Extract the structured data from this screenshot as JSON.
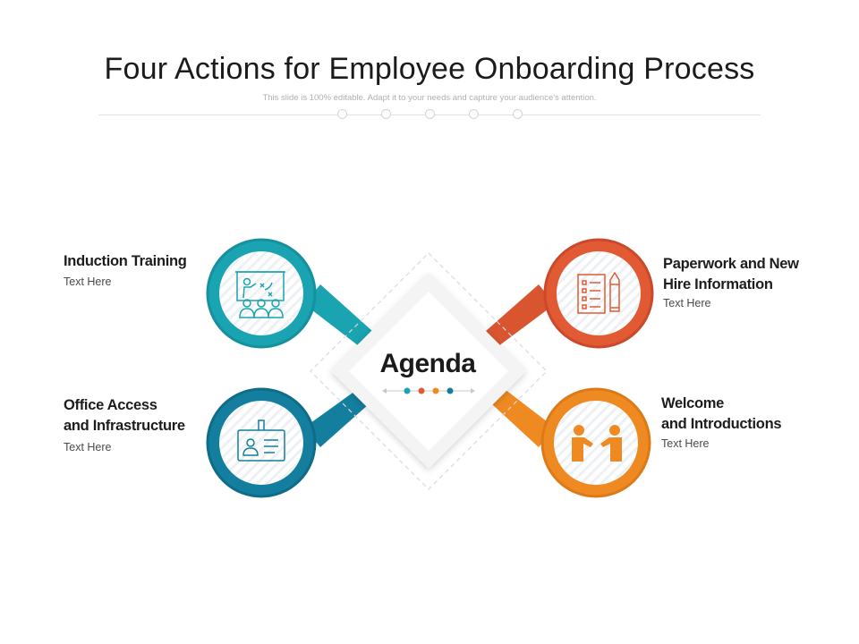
{
  "slide": {
    "title": "Four Actions for Employee Onboarding Process",
    "subtitle": "This slide is 100% editable. Adapt it to your needs and capture your audience's attention."
  },
  "center": {
    "title": "Agenda",
    "dot_colors": [
      "#1aa3b0",
      "#e25a34",
      "#ef8a22",
      "#137e9e"
    ]
  },
  "items": [
    {
      "line1": "Induction Training",
      "line2": "",
      "desc": "Text Here",
      "color": "#1aa3b0",
      "icon": "presentation-training-icon"
    },
    {
      "line1": "Paperwork and New",
      "line2": "Hire Information",
      "desc": "Text Here",
      "color": "#e25a34",
      "icon": "checklist-pencil-icon"
    },
    {
      "line1": "Office Access",
      "line2": "and Infrastructure",
      "desc": "Text Here",
      "color": "#137e9e",
      "icon": "id-card-icon"
    },
    {
      "line1": "Welcome",
      "line2": "and Introductions",
      "desc": "Text Here",
      "color": "#ef8a22",
      "icon": "handshake-icon"
    }
  ]
}
